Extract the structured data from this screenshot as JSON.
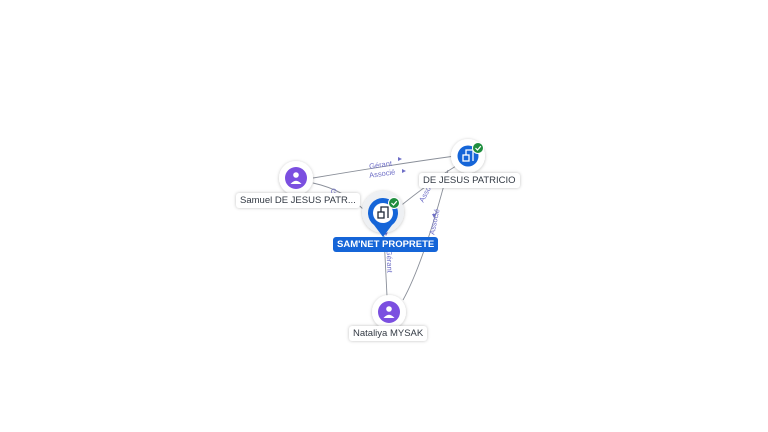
{
  "colors": {
    "person": "#7b4fe0",
    "company": "#1565d8",
    "check": "#1e8e3e",
    "edge": "#8a8f99",
    "edge_label": "#6f6fc7"
  },
  "nodes": {
    "main": {
      "label": "SAM'NET PROPRETE",
      "icon": "company-icon"
    },
    "company2": {
      "label": "DE JESUS PATRICIO",
      "icon": "company-icon"
    },
    "person1": {
      "label": "Samuel DE JESUS PATR...",
      "icon": "person-icon"
    },
    "person2": {
      "label": "Nataliya MYSAK",
      "icon": "person-icon"
    }
  },
  "edges": {
    "samuel_company2_a": "Gérant",
    "samuel_company2_b": "Associé",
    "samuel_main": "G",
    "main_company2": "Associé",
    "mysak_main": "Gérant",
    "mysak_company2": "Associé"
  }
}
